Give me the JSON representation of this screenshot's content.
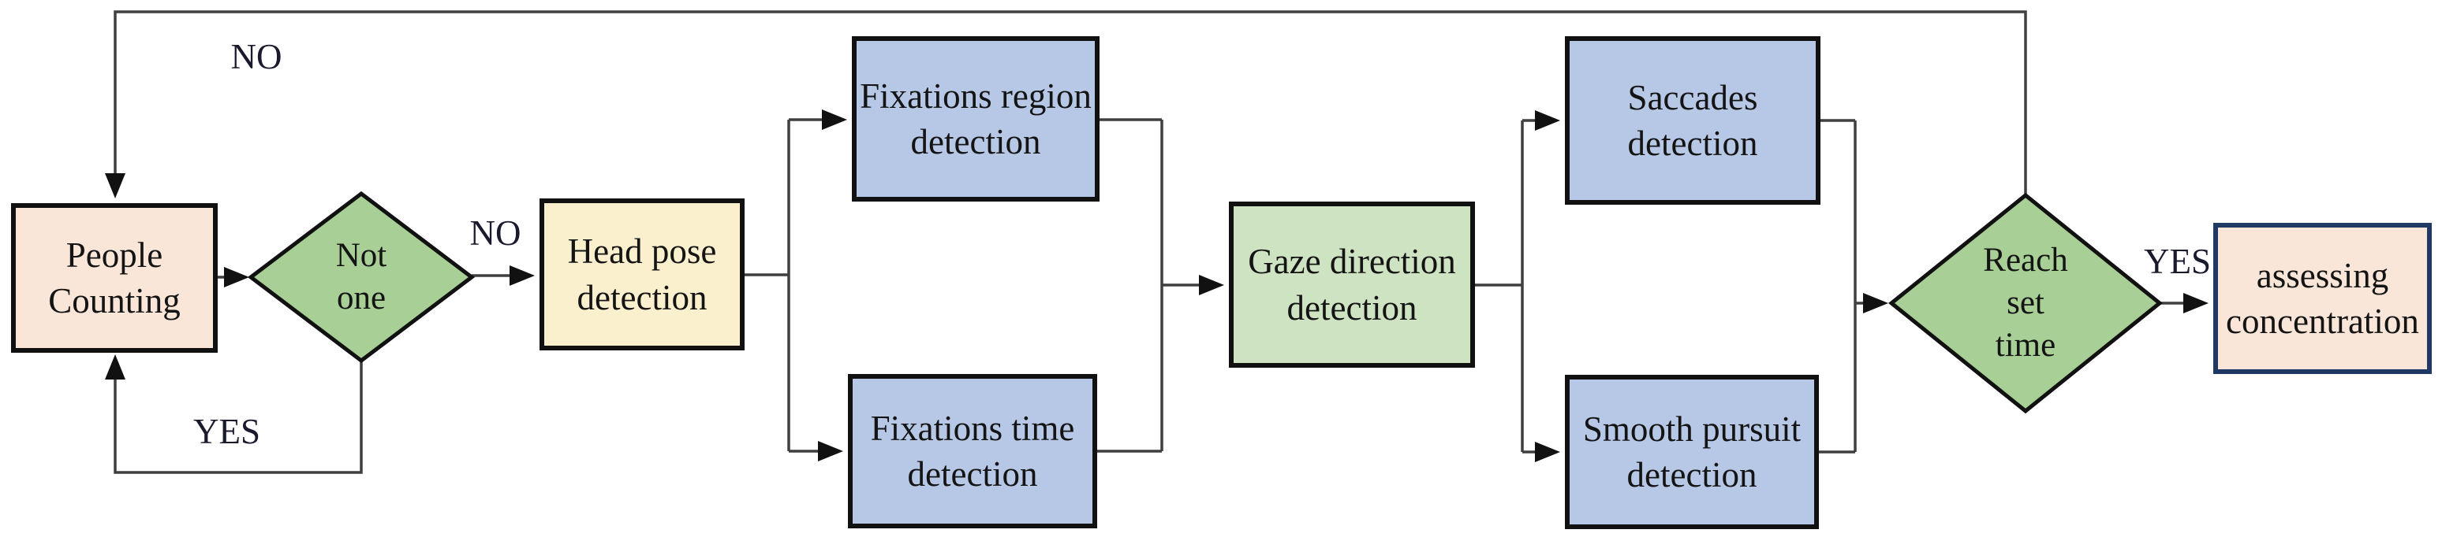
{
  "palette": {
    "peach": "#FAE6D8",
    "cream": "#FBF0CE",
    "blue": "#B6C8E6",
    "green_box": "#CEE3C1",
    "green_diamond": "#A8CF95",
    "border_black": "#111111",
    "border_navy": "#1F3864",
    "wire": "#3f3f3f",
    "arrow": "#111111",
    "text": "#141414",
    "label_text": "#1a1a2e"
  },
  "nodes": {
    "people_counting": {
      "label": "People\nCounting"
    },
    "not_one": {
      "label": "Not\none"
    },
    "head_pose": {
      "label": "Head pose\ndetection"
    },
    "fixations_region": {
      "label": "Fixations region\ndetection"
    },
    "fixations_time": {
      "label": "Fixations time\ndetection"
    },
    "gaze_direction": {
      "label": "Gaze direction\ndetection"
    },
    "saccades": {
      "label": "Saccades\ndetection"
    },
    "smooth_pursuit": {
      "label": "Smooth pursuit\ndetection"
    },
    "reach_set_time": {
      "label": "Reach\nset\ntime"
    },
    "assessing_concentration": {
      "label": "assessing\nconcentration"
    }
  },
  "edge_labels": {
    "no_top": "NO",
    "no_branch": "NO",
    "yes_loop": "YES",
    "yes_out": "YES"
  }
}
